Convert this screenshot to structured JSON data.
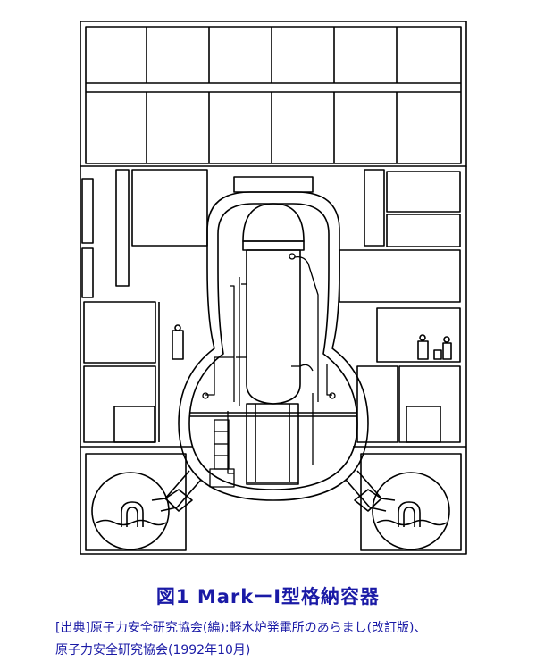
{
  "figure": {
    "caption": "図1  MarkーI型格納容器",
    "source_line1": "[出典]原子力安全研究協会(編):軽水炉発電所のあらまし(改訂版)、",
    "source_line2": "原子力安全研究協会(1992年10月)"
  },
  "colors": {
    "caption": "#1a1aa6",
    "drawing": "#000000",
    "paper": "#ffffff"
  }
}
